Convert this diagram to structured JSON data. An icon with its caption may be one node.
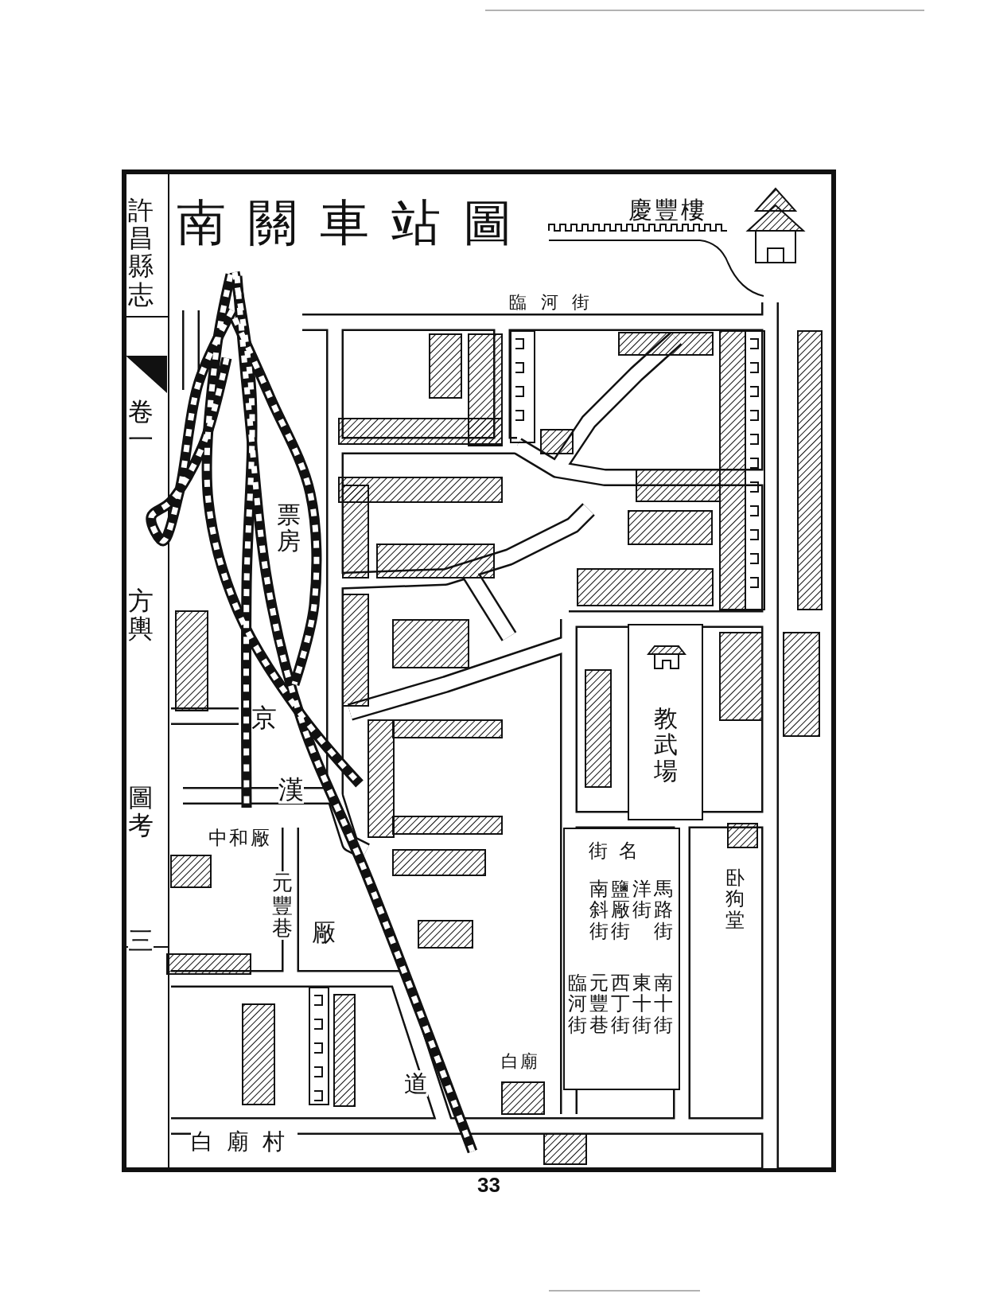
{
  "diagram": {
    "title": "南關車站圖",
    "nodes": [
      {
        "text": [
          "教武場"
        ]
      },
      {
        "text": [
          "街名",
          "馬路街",
          "洋街",
          "鹽厰街",
          "南斜街",
          "南十街",
          "東十街",
          "西丁街",
          "元豐巷",
          "臨河街"
        ]
      }
    ],
    "labels": [
      "許昌縣志",
      "卷一",
      "方輿",
      "圖考",
      "三",
      "慶豐樓",
      "臨河街",
      "票房",
      "京",
      "漢",
      "厰",
      "道",
      "中和厰",
      "元豐巷",
      "卧狗堂",
      "白廟",
      "白廟村",
      "33"
    ]
  }
}
